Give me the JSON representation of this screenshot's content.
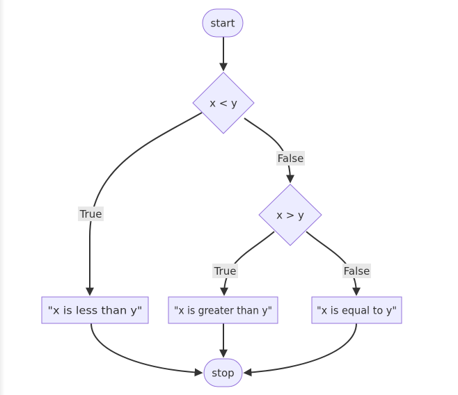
{
  "diagram": {
    "type": "flowchart",
    "direction": "top-down",
    "nodes": {
      "start": {
        "label": "start",
        "shape": "stadium"
      },
      "cond1": {
        "label": "x < y",
        "shape": "diamond"
      },
      "cond2": {
        "label": "x > y",
        "shape": "diamond"
      },
      "less": {
        "label": "\"x is less than y\"",
        "shape": "rect"
      },
      "greater": {
        "label": "\"x is greater than y\"",
        "shape": "rect"
      },
      "equal": {
        "label": "\"x is equal to y\"",
        "shape": "rect"
      },
      "stop": {
        "label": "stop",
        "shape": "stadium"
      }
    },
    "edge_labels": {
      "cond1_true": "True",
      "cond1_false": "False",
      "cond2_true": "True",
      "cond2_false": "False"
    },
    "colors": {
      "node_fill": "#ECECFF",
      "node_border": "#9370DB",
      "edge": "#333333",
      "edge_label_bg": "#e8e8e8",
      "text": "#333333",
      "background": "#ffffff"
    }
  }
}
